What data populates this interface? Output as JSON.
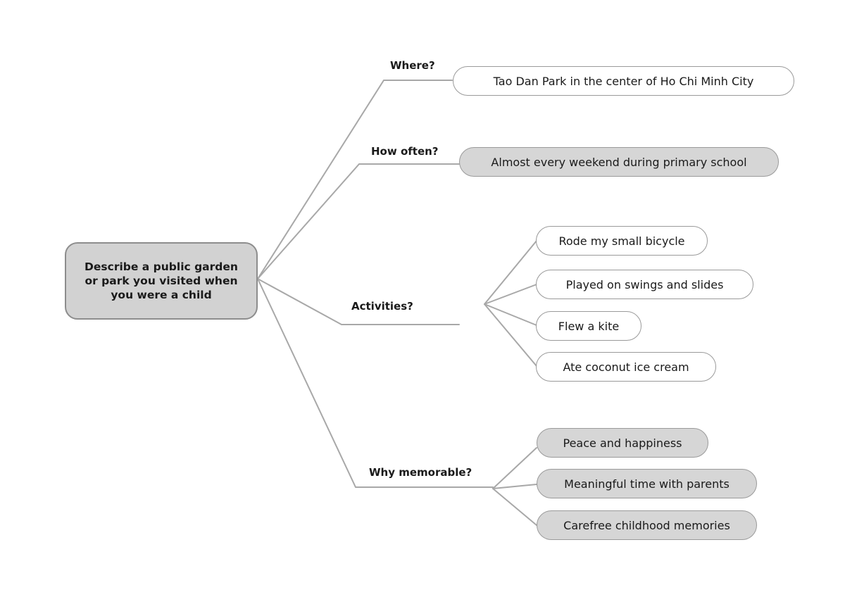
{
  "central_topic": "Describe a public garden or park you visited when you were a child",
  "branches": [
    {
      "question": "Where?",
      "style": "white",
      "answers": [
        "Tao Dan Park in the center of Ho Chi Minh City"
      ]
    },
    {
      "question": "How often?",
      "style": "grey",
      "answers": [
        "Almost every weekend during primary school"
      ]
    },
    {
      "question": "Activities?",
      "style": "white",
      "answers": [
        "Rode my small bicycle",
        "Played on swings and slides",
        "Flew a kite",
        "Ate coconut ice cream"
      ]
    },
    {
      "question": "Why memorable?",
      "style": "grey",
      "answers": [
        "Peace and happiness",
        "Meaningful time with parents",
        "Carefree childhood memories"
      ]
    }
  ],
  "colors": {
    "line": "#a8a8a8",
    "grey_fill": "#d6d6d6",
    "border": "#9a9a9a"
  }
}
